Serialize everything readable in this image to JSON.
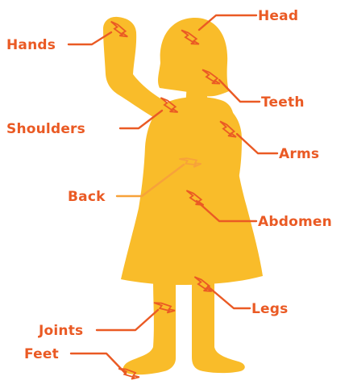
{
  "colors": {
    "figure": "#F9BC2A",
    "accent": "#EA5A24",
    "accent_light": "#F7A23A",
    "background": "#FFFFFF"
  },
  "labels": {
    "head": "Head",
    "hands": "Hands",
    "teeth": "Teeth",
    "shoulders": "Shoulders",
    "arms": "Arms",
    "back": "Back",
    "abdomen": "Abdomen",
    "legs": "Legs",
    "joints": "Joints",
    "feet": "Feet"
  },
  "icons": {
    "pain_marker": "lightning-bolt-icon",
    "figure": "girl-silhouette"
  }
}
